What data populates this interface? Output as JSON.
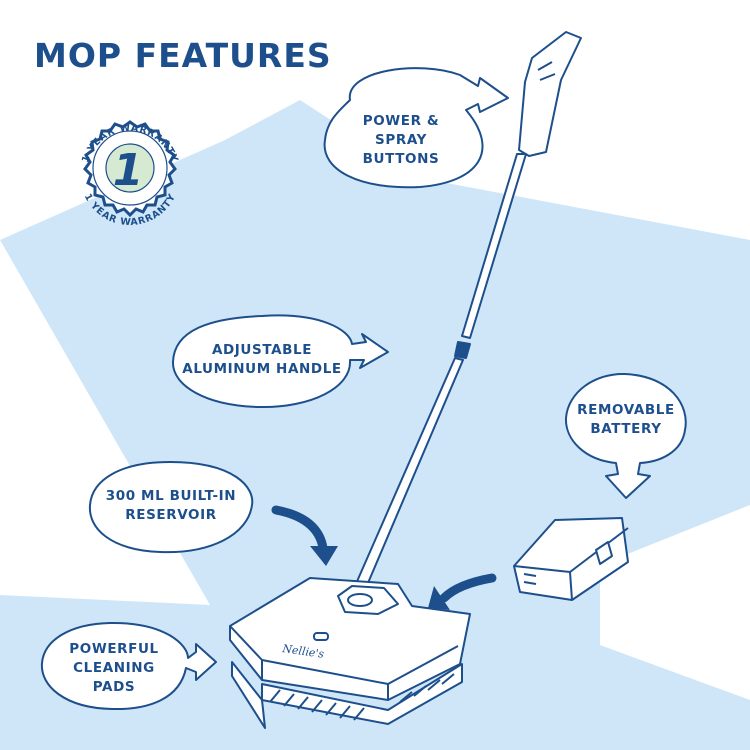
{
  "title": "MOP FEATURES",
  "colors": {
    "ink": "#1d4f8c",
    "background_blob": "#cfe6f8",
    "badge_fill": "#d6ead2"
  },
  "warranty_badge": {
    "text": "1 YEAR WARRANTY",
    "number": "1"
  },
  "callouts": {
    "power_spray": [
      "POWER &",
      "SPRAY",
      "BUTTONS"
    ],
    "handle": [
      "ADJUSTABLE",
      "ALUMINUM HANDLE"
    ],
    "battery": [
      "REMOVABLE",
      "BATTERY"
    ],
    "reservoir": [
      "300 ML BUILT-IN",
      "RESERVOIR"
    ],
    "pads": [
      "POWERFUL",
      "CLEANING",
      "PADS"
    ]
  },
  "mop_brand": "Nellie's",
  "icons": [
    "warranty-badge-icon",
    "mop-icon",
    "battery-icon",
    "arrow-icon"
  ]
}
